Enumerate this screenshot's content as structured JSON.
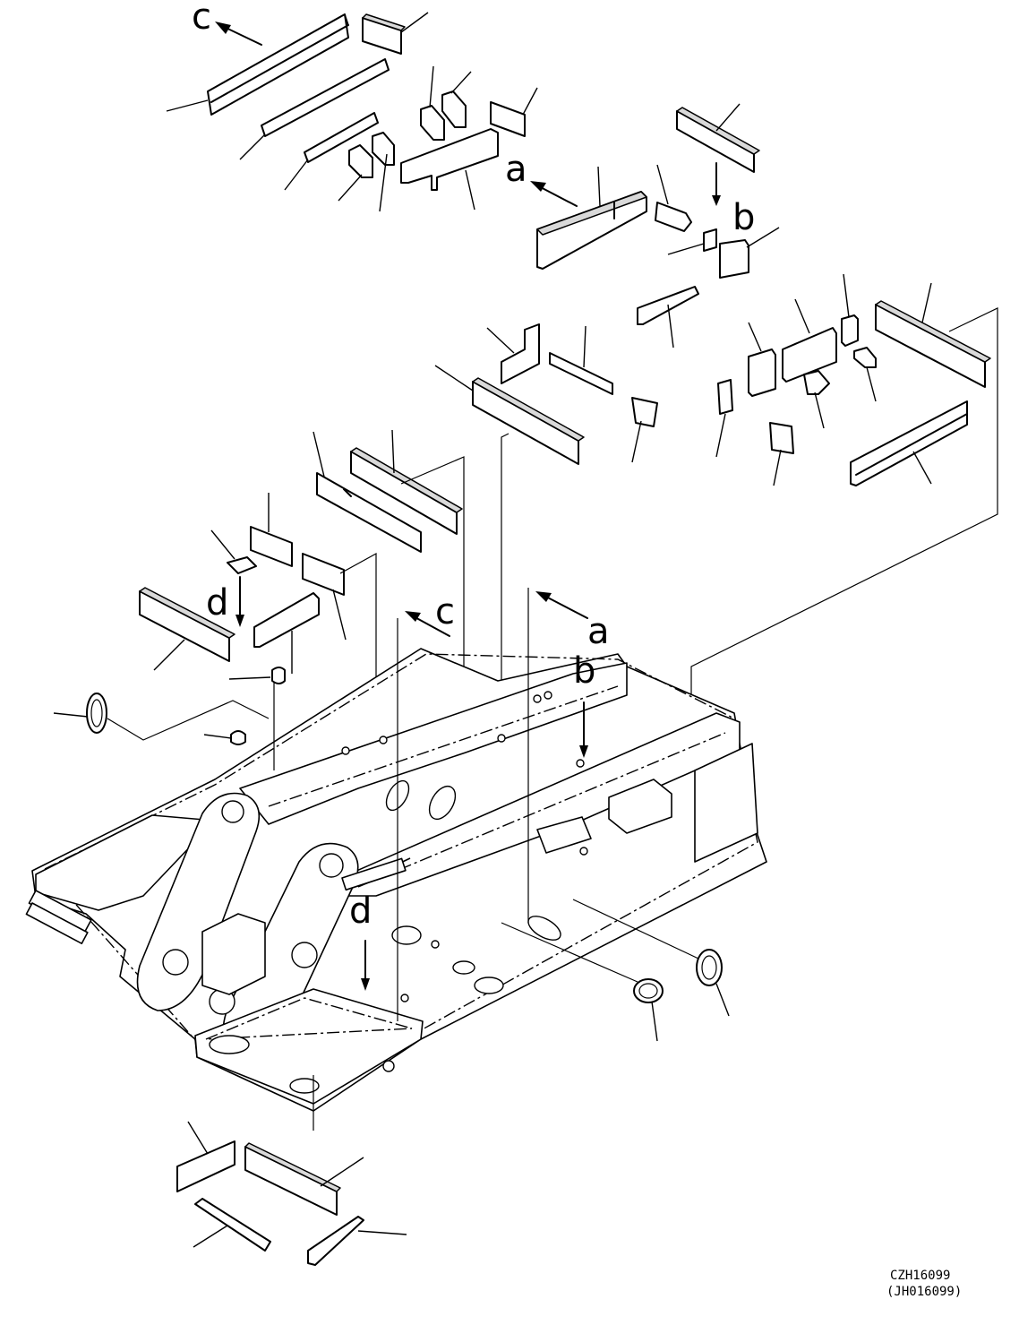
{
  "view_letters": {
    "a_top": "a",
    "a_bottom": "a",
    "b_top": "b",
    "b_bottom": "b",
    "c_top": "c",
    "c_bottom": "c",
    "d_top": "d",
    "d_bottom": "d"
  },
  "drawing_code": "CZH16099",
  "drawing_code_alt": "(JH016099)"
}
